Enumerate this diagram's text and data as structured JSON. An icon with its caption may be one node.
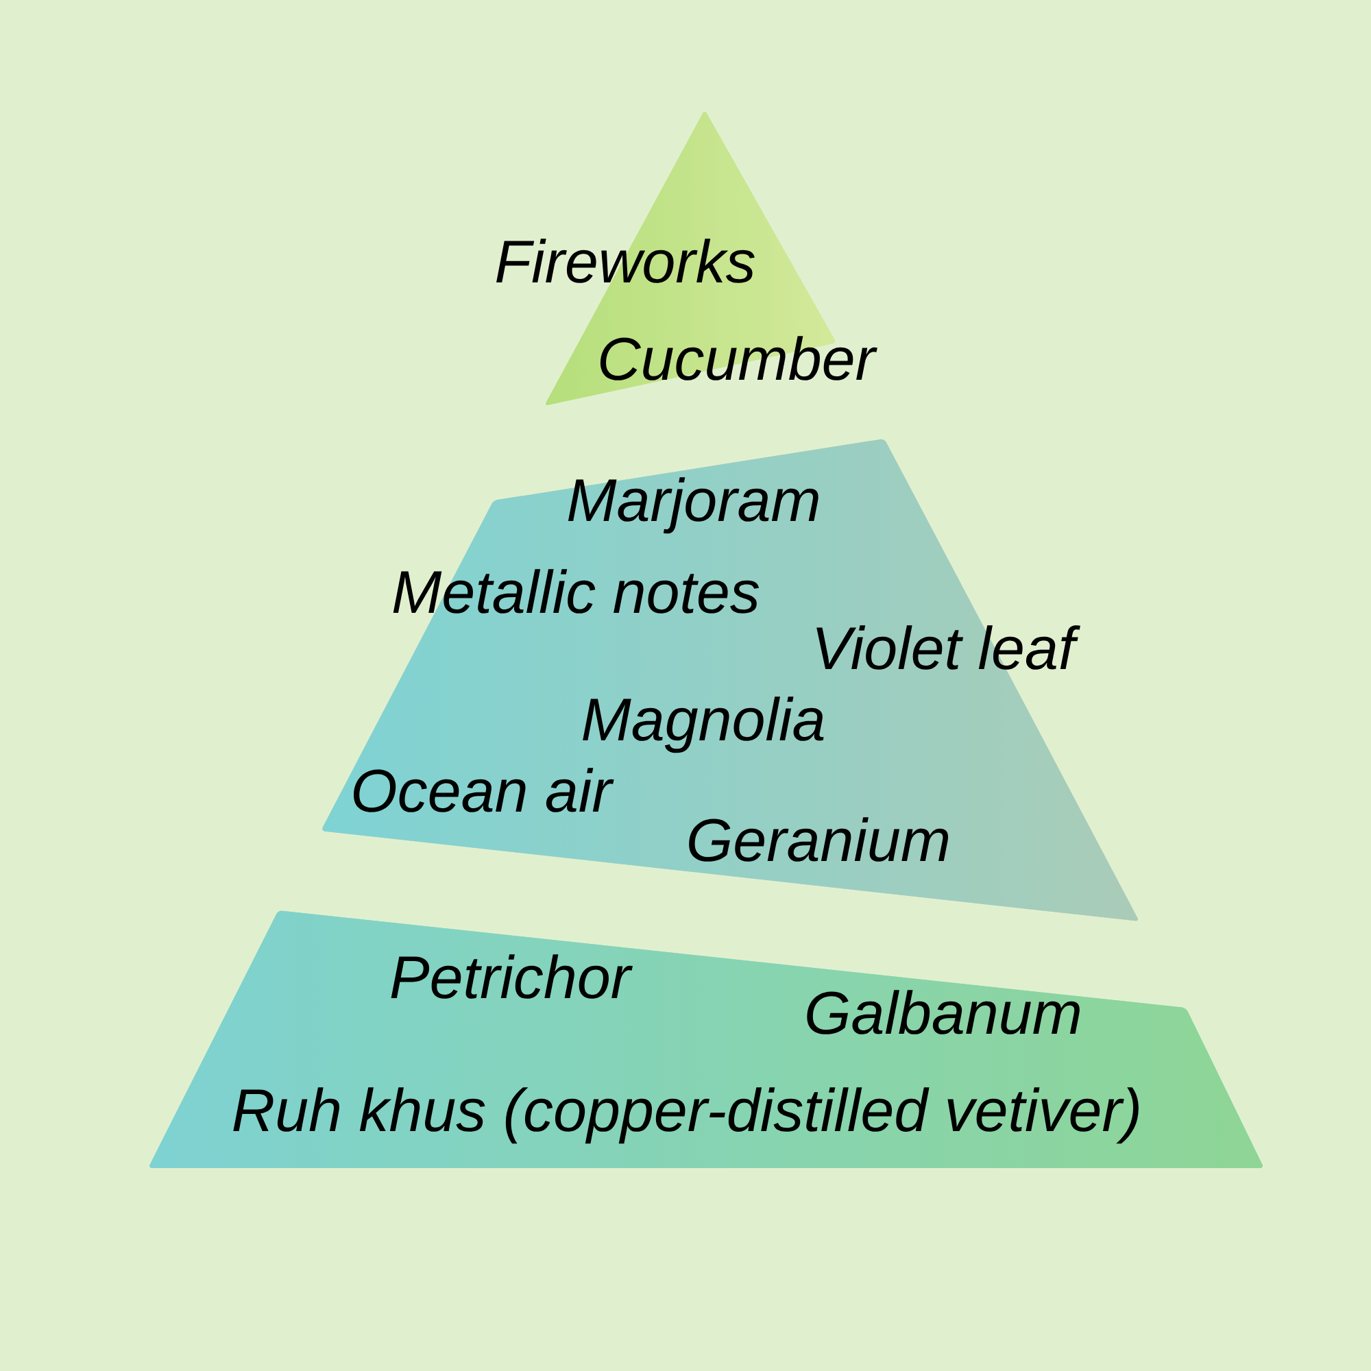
{
  "diagram": {
    "nodes": [
      {
        "text": [
          "Fireworks",
          "Cucumber"
        ]
      },
      {
        "text": [
          "Marjoram",
          "Metallic notes",
          "Violet leaf",
          "Magnolia",
          "Ocean air",
          "Geranium"
        ]
      },
      {
        "text": [
          "Petrichor",
          "Galbanum",
          "Ruh khus (copper-distilled vetiver)"
        ]
      }
    ]
  }
}
